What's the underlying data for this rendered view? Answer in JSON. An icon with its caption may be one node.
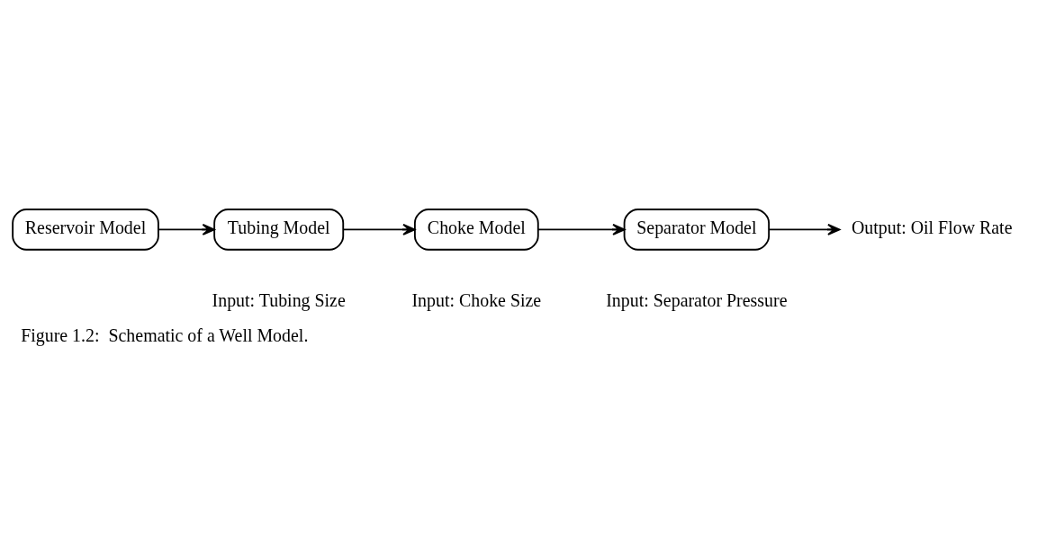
{
  "diagram": {
    "caption": "Figure 1.2:  Schematic of a Well Model.",
    "nodes": [
      {
        "text": [
          "Reservoir Model"
        ]
      },
      {
        "text": [
          "Tubing Model"
        ],
        "beside": [
          "Input: Tubing Size"
        ]
      },
      {
        "text": [
          "Choke Model"
        ],
        "beside": [
          "Input: Choke Size"
        ]
      },
      {
        "text": [
          "Separator Model"
        ],
        "beside": [
          "Input: Separator Pressure"
        ]
      },
      {
        "text": [
          "Output: Oil Flow Rate"
        ]
      }
    ],
    "edges": [
      {
        "from": 0,
        "to": 1,
        "arrow": "to"
      },
      {
        "from": 1,
        "to": 2,
        "arrow": "to"
      },
      {
        "from": 2,
        "to": 3,
        "arrow": "to"
      },
      {
        "from": 3,
        "to": 4,
        "arrow": "to"
      }
    ]
  }
}
